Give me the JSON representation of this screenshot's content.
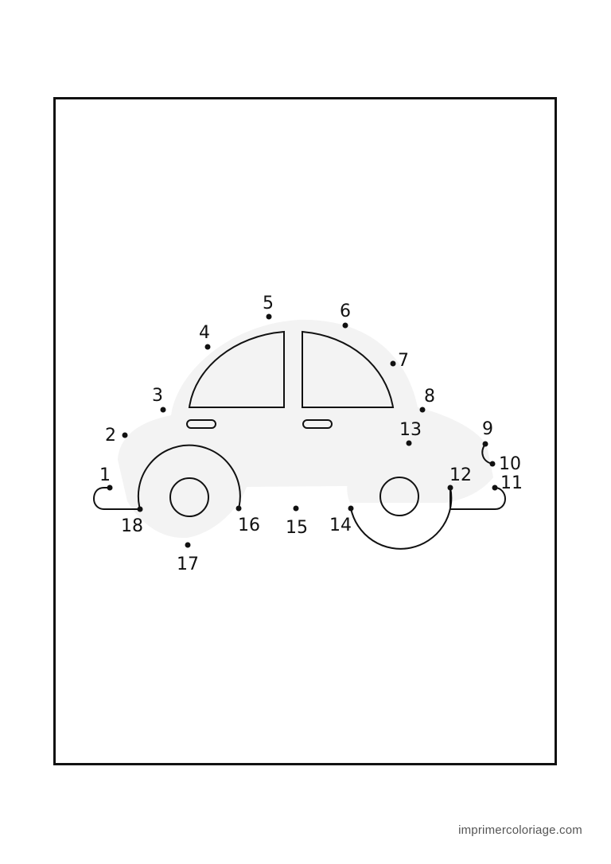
{
  "worksheet": {
    "dots": [
      {
        "label": "1"
      },
      {
        "label": "2"
      },
      {
        "label": "3"
      },
      {
        "label": "4"
      },
      {
        "label": "5"
      },
      {
        "label": "6"
      },
      {
        "label": "7"
      },
      {
        "label": "8"
      },
      {
        "label": "9"
      },
      {
        "label": "10"
      },
      {
        "label": "11"
      },
      {
        "label": "12"
      },
      {
        "label": "13"
      },
      {
        "label": "14"
      },
      {
        "label": "15"
      },
      {
        "label": "16"
      },
      {
        "label": "17"
      },
      {
        "label": "18"
      }
    ],
    "colors": {
      "frame": "#111111",
      "ink": "#111111",
      "silhouette": "#f3f3f3",
      "footer": "#555555"
    },
    "icon": "car-outline-icon"
  },
  "footer": {
    "site": "imprimercoloriage.com"
  }
}
